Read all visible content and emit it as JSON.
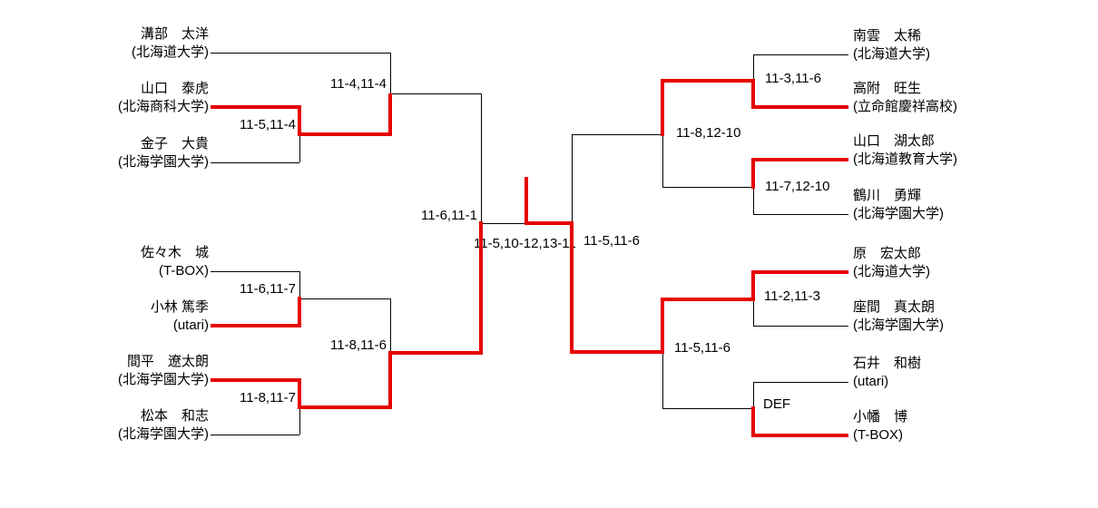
{
  "tournament": {
    "type": "single-elimination-bracket",
    "colors": {
      "winner_path": "#e60000",
      "line": "#000000",
      "background": "#ffffff",
      "text": "#000000"
    }
  },
  "players": {
    "left_top": [
      {
        "name": "溝部　太洋",
        "club": "(北海道大学)"
      },
      {
        "name": "山口　泰虎",
        "club": "(北海商科大学)"
      },
      {
        "name": "金子　大貴",
        "club": "(北海学園大学)"
      }
    ],
    "left_bottom": [
      {
        "name": "佐々木　城",
        "club": "(T-BOX)"
      },
      {
        "name": "小林 篤季",
        "club": "(utari)"
      },
      {
        "name": "間平　遼太朗",
        "club": "(北海学園大学)"
      },
      {
        "name": "松本　和志",
        "club": "(北海学園大学)"
      }
    ],
    "right_top": [
      {
        "name": "南雲　太稀",
        "club": "(北海道大学)"
      },
      {
        "name": "高附　旺生",
        "club": "(立命館慶祥高校)"
      },
      {
        "name": "山口　湖太郎",
        "club": "(北海道教育大学)"
      },
      {
        "name": "鶴川　勇輝",
        "club": "(北海学園大学)"
      }
    ],
    "right_bottom": [
      {
        "name": "原　宏太郎",
        "club": "(北海道大学)"
      },
      {
        "name": "座間　真太朗",
        "club": "(北海学園大学)"
      },
      {
        "name": "石井　和樹",
        "club": "(utari)"
      },
      {
        "name": "小幡　博",
        "club": "(T-BOX)"
      }
    ]
  },
  "scores": {
    "left_r1_top": "11-5,11-4",
    "left_r2_top": "11-4,11-4",
    "left_r1_mid": "11-6,11-7",
    "left_r1_bottom": "11-8,11-7",
    "left_r2_bottom": "11-8,11-6",
    "left_semifinal": "11-6,11-1",
    "final": "11-5,10-12,13-11",
    "right_semifinal": "11-5,11-6",
    "right_r2_top": "11-8,12-10",
    "right_r1_1": "11-3,11-6",
    "right_r1_2": "11-7,12-10",
    "right_r2_bottom": "11-5,11-6",
    "right_r1_3": "11-2,11-3",
    "right_r1_4": "DEF"
  }
}
